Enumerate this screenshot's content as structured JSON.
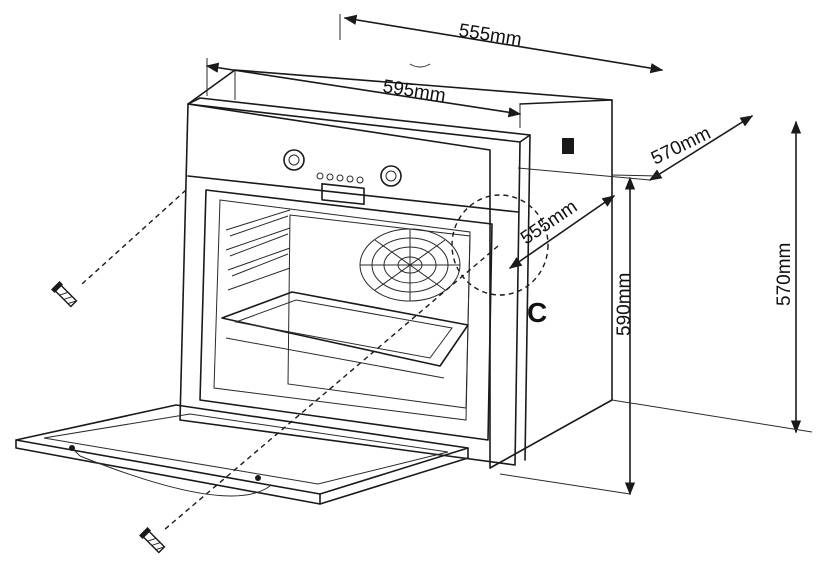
{
  "dimensions": {
    "cutout_width": "555mm",
    "oven_width": "595mm",
    "oven_depth": "570mm",
    "cutout_depth": "555mm",
    "oven_height": "590mm",
    "cutout_height": "570mm"
  },
  "callout": {
    "label": "C"
  },
  "colors": {
    "line": "#1a1a1a",
    "background": "#ffffff"
  }
}
